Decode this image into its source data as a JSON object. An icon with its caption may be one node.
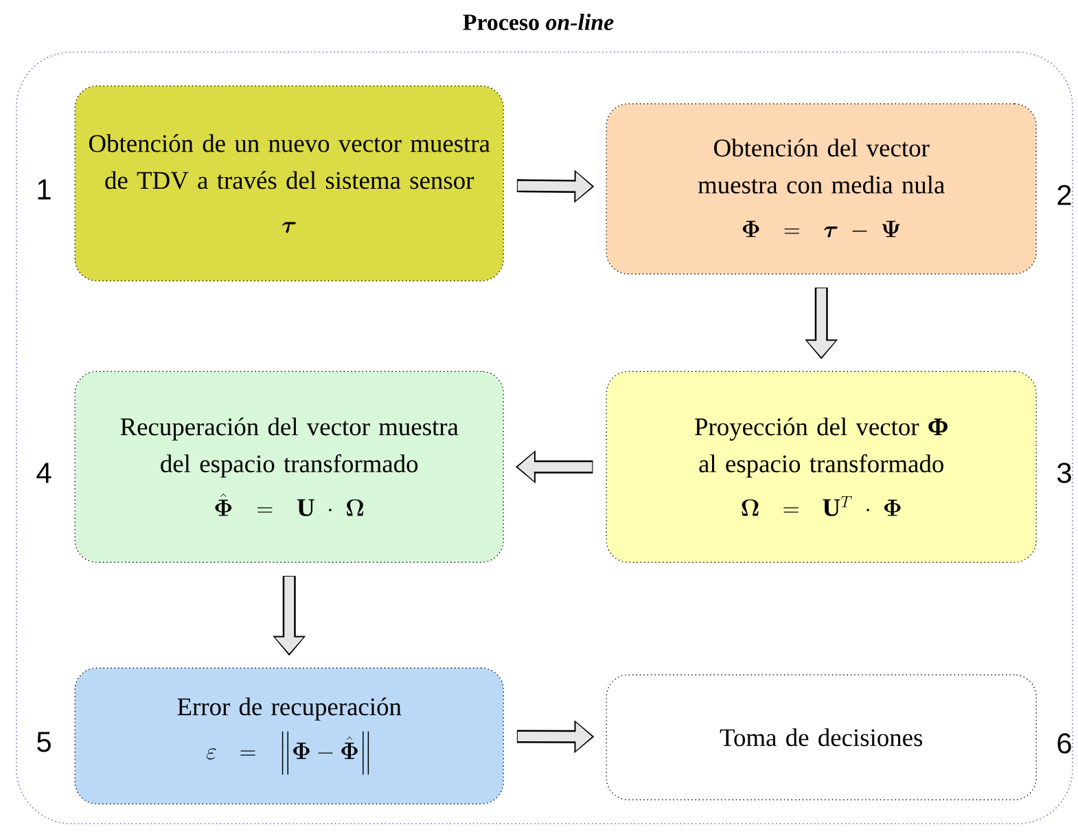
{
  "diagram": {
    "title": "Proceso *on-line*",
    "nodes": [
      {
        "text": [],
        "shape": "box"
      },
      {
        "text": [
          "Obtención de un nuevo vector muestra de TDV a través del sistema sensor",
          "\\boldsymbol{\\tau}"
        ],
        "in": 0,
        "beside": [
          "1"
        ]
      },
      {
        "text": [
          "Obtención del vector muestra con media nula",
          "\\boldsymbol{\\Phi} = \\boldsymbol{\\tau} - \\boldsymbol{\\Psi}"
        ],
        "in": 0,
        "beside": [
          "2"
        ]
      },
      {
        "text": [
          "Proyección del vector **Φ** al espacio transformado",
          "\\boldsymbol{\\Omega} = \\mathbf{U}^{T} \\cdot \\boldsymbol{\\Phi}"
        ],
        "in": 0,
        "beside": [
          "3"
        ]
      },
      {
        "text": [
          "Recuperación del vector muestra del espacio transformado",
          "\\hat{\\boldsymbol{\\Phi}} = \\mathbf{U} \\cdot \\boldsymbol{\\Omega}"
        ],
        "in": 0,
        "beside": [
          "4"
        ]
      },
      {
        "text": [
          "Error de recuperación",
          "\\varepsilon = \\left\\| \\boldsymbol{\\Phi} - \\hat{\\boldsymbol{\\Phi}} \\right\\|"
        ],
        "in": 0,
        "beside": [
          "5"
        ]
      },
      {
        "text": [
          "Toma de decisiones"
        ],
        "in": 0,
        "beside": [
          "6"
        ]
      }
    ],
    "edges": [
      {
        "from": 1,
        "to": 2,
        "arrow": "to"
      },
      {
        "from": 2,
        "to": 3,
        "arrow": "to"
      },
      {
        "from": 3,
        "to": 4,
        "arrow": "to"
      },
      {
        "from": 4,
        "to": 5,
        "arrow": "to"
      },
      {
        "from": 5,
        "to": 6,
        "arrow": "to"
      }
    ]
  }
}
